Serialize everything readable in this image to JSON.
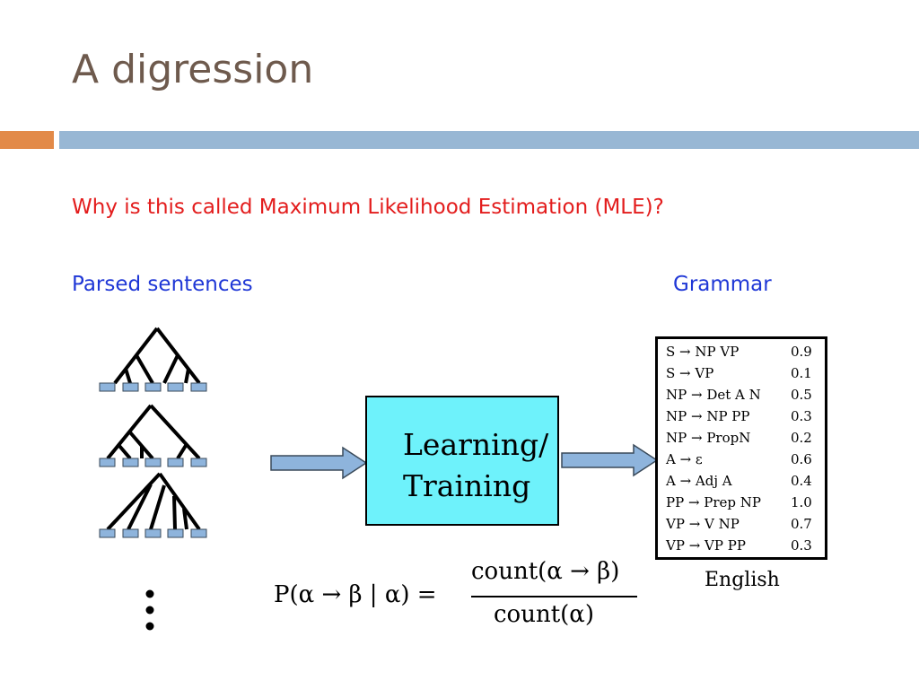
{
  "slide": {
    "title": "A digression",
    "question": "Why is this called Maximum Likelihood Estimation (MLE)?",
    "parsed_label": "Parsed sentences",
    "grammar_label": "Grammar",
    "box_line1": "Learning/",
    "box_line2": "Training",
    "language": "English"
  },
  "grammar": [
    {
      "rule": "S → NP VP",
      "prob": "0.9"
    },
    {
      "rule": "S → VP",
      "prob": "0.1"
    },
    {
      "rule": "NP → Det A N",
      "prob": "0.5"
    },
    {
      "rule": "NP → NP PP",
      "prob": "0.3"
    },
    {
      "rule": "NP → PropN",
      "prob": "0.2"
    },
    {
      "rule": "A → ε",
      "prob": "0.6"
    },
    {
      "rule": "A → Adj A",
      "prob": "0.4"
    },
    {
      "rule": "PP → Prep NP",
      "prob": "1.0"
    },
    {
      "rule": "VP → V NP",
      "prob": "0.7"
    },
    {
      "rule": "VP → VP PP",
      "prob": "0.3"
    }
  ],
  "formula": {
    "lhs": "P(α → β | α) =",
    "numerator": "count(α → β)",
    "denominator": "count(α)"
  },
  "colors": {
    "title": "#6e5a4d",
    "accent_orange": "#e28a49",
    "accent_blue": "#98b7d4",
    "question_red": "#e31d1d",
    "label_blue": "#1f37d6",
    "box_fill": "#6ef2fb",
    "arrow_fill": "#8eb4dc",
    "leaf_fill": "#8eb4dc"
  }
}
